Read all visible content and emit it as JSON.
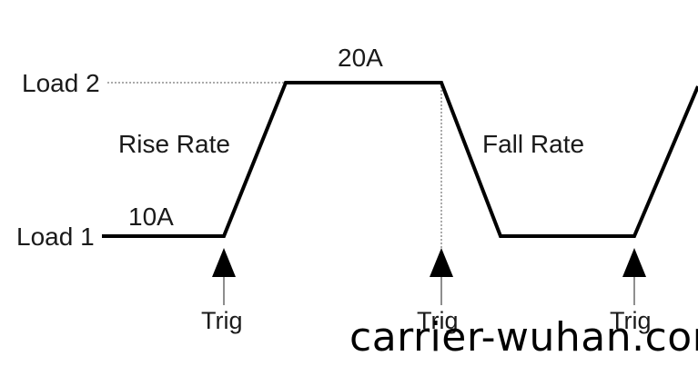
{
  "labels": {
    "load2": "Load 2",
    "load1": "Load 1",
    "high_current": "20A",
    "low_current": "10A",
    "rise_rate": "Rise Rate",
    "fall_rate": "Fall Rate"
  },
  "triggers": [
    "Trig",
    "Trig",
    "Trig"
  ],
  "watermark": "carrier-wuhan.com",
  "colors": {
    "waveform": "#000000",
    "text": "#1a1a1a",
    "background": "#ffffff"
  }
}
